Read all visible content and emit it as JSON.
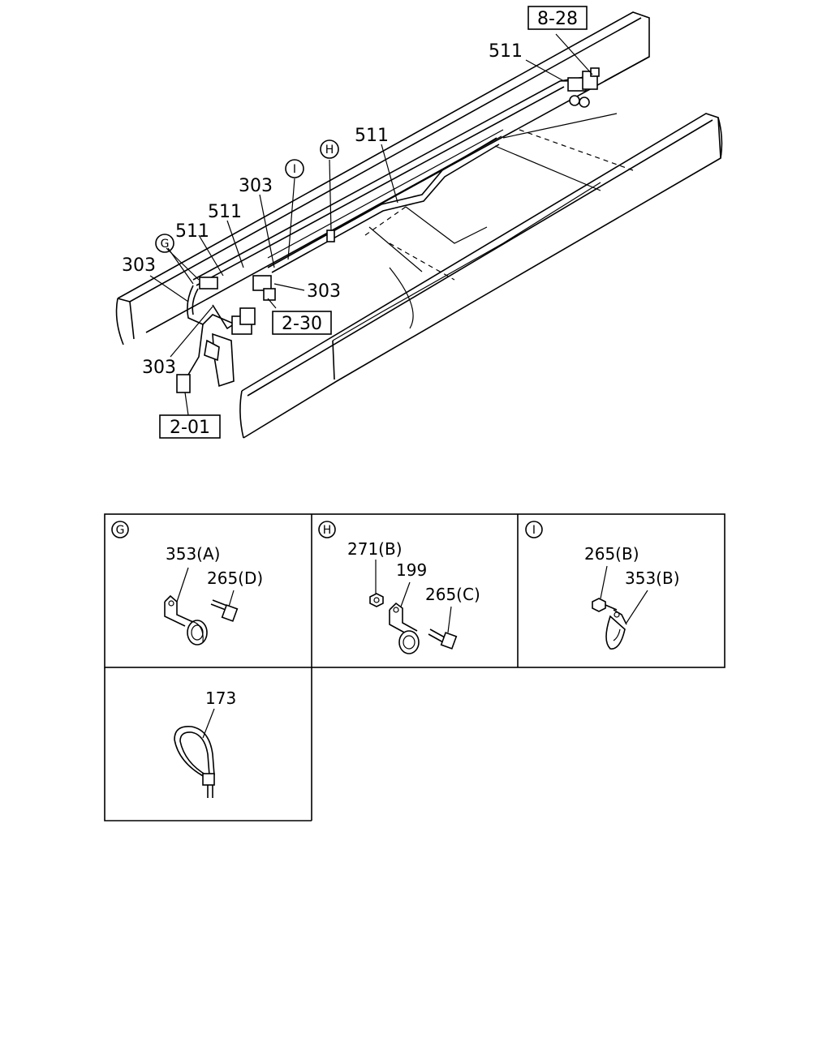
{
  "main_diagram": {
    "ref_boxes": {
      "r828": "8-28",
      "r230": "2-30",
      "r201": "2-01"
    },
    "callouts": {
      "p511_a": "511",
      "p511_b": "511",
      "p511_c": "511",
      "p511_d": "511",
      "p303_a": "303",
      "p303_b": "303",
      "p303_c": "303",
      "p303_d": "303"
    },
    "markers": {
      "g": "G",
      "h": "H",
      "i": "I"
    }
  },
  "details": {
    "g": {
      "marker": "G",
      "labels": {
        "clamp": "353(A)",
        "bolt": "265(D)"
      }
    },
    "h": {
      "marker": "H",
      "labels": {
        "nut": "271(B)",
        "bracket": "199",
        "bolt": "265(C)"
      }
    },
    "i": {
      "marker": "I",
      "labels": {
        "bolt": "265(B)",
        "clamp": "353(B)"
      }
    },
    "tie": {
      "labels": {
        "tie": "173"
      }
    }
  }
}
